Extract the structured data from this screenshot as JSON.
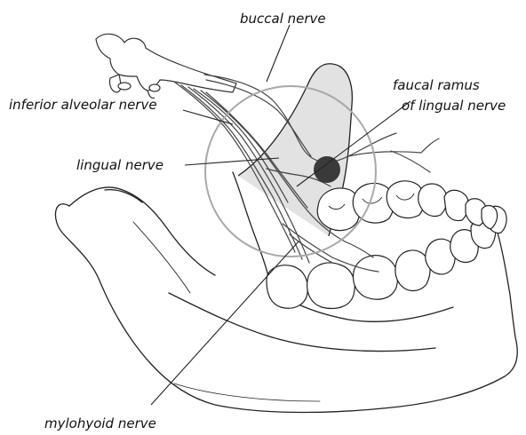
{
  "labels": {
    "buccal": "buccal nerve",
    "inferior_alveolar": "inferior alveolar nerve",
    "faucal_line1": "faucal ramus",
    "faucal_line2": "of lingual nerve",
    "lingual": "lingual nerve",
    "mylohyoid": "mylohyoid nerve"
  },
  "colors": {
    "outline": "#222222",
    "nerve": "#444444",
    "target_ring": "#a8a8a8",
    "target_dot": "#3a3a3a",
    "leader": "#222222"
  }
}
